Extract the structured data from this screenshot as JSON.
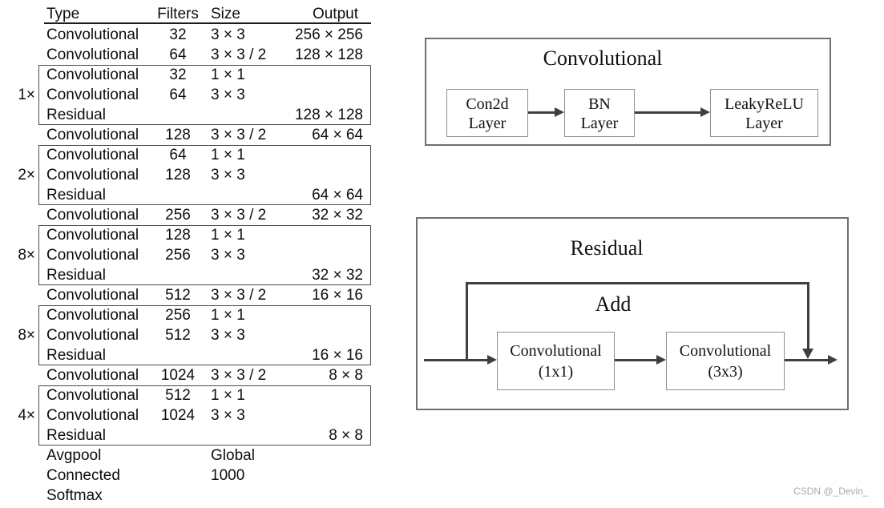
{
  "table": {
    "headers": [
      "Type",
      "Filters",
      "Size",
      "Output"
    ],
    "sections": [
      {
        "rows": [
          [
            "Convolutional",
            "32",
            "3 × 3",
            "256 × 256"
          ],
          [
            "Convolutional",
            "64",
            "3 × 3 / 2",
            "128 × 128"
          ]
        ]
      },
      {
        "label": "1×",
        "rows": [
          [
            "Convolutional",
            "32",
            "1 × 1",
            ""
          ],
          [
            "Convolutional",
            "64",
            "3 × 3",
            ""
          ],
          [
            "Residual",
            "",
            "",
            "128 × 128"
          ]
        ]
      },
      {
        "rows": [
          [
            "Convolutional",
            "128",
            "3 × 3 / 2",
            "64 × 64"
          ]
        ]
      },
      {
        "label": "2×",
        "rows": [
          [
            "Convolutional",
            "64",
            "1 × 1",
            ""
          ],
          [
            "Convolutional",
            "128",
            "3 × 3",
            ""
          ],
          [
            "Residual",
            "",
            "",
            "64 × 64"
          ]
        ]
      },
      {
        "rows": [
          [
            "Convolutional",
            "256",
            "3 × 3 / 2",
            "32 × 32"
          ]
        ]
      },
      {
        "label": "8×",
        "rows": [
          [
            "Convolutional",
            "128",
            "1 × 1",
            ""
          ],
          [
            "Convolutional",
            "256",
            "3 × 3",
            ""
          ],
          [
            "Residual",
            "",
            "",
            "32 × 32"
          ]
        ]
      },
      {
        "rows": [
          [
            "Convolutional",
            "512",
            "3 × 3 / 2",
            "16 × 16"
          ]
        ]
      },
      {
        "label": "8×",
        "rows": [
          [
            "Convolutional",
            "256",
            "1 × 1",
            ""
          ],
          [
            "Convolutional",
            "512",
            "3 × 3",
            ""
          ],
          [
            "Residual",
            "",
            "",
            "16 × 16"
          ]
        ]
      },
      {
        "rows": [
          [
            "Convolutional",
            "1024",
            "3 × 3 / 2",
            "8 × 8"
          ]
        ]
      },
      {
        "label": "4×",
        "rows": [
          [
            "Convolutional",
            "512",
            "1 × 1",
            ""
          ],
          [
            "Convolutional",
            "1024",
            "3 × 3",
            ""
          ],
          [
            "Residual",
            "",
            "",
            "8 × 8"
          ]
        ]
      },
      {
        "rows": [
          [
            "Avgpool",
            "",
            "Global",
            ""
          ],
          [
            "Connected",
            "",
            "1000",
            ""
          ],
          [
            "Softmax",
            "",
            "",
            ""
          ]
        ]
      }
    ]
  },
  "conv_diagram": {
    "title": "Convolutional",
    "nodes": [
      {
        "id": "con2d",
        "lines": [
          "Con2d",
          "Layer"
        ]
      },
      {
        "id": "bn",
        "lines": [
          "BN",
          "Layer"
        ]
      },
      {
        "id": "leakyrelu",
        "lines": [
          "LeakyReLU",
          "Layer"
        ]
      }
    ]
  },
  "res_diagram": {
    "title": "Residual",
    "add_label": "Add",
    "nodes": [
      {
        "id": "conv1x1",
        "lines": [
          "Convolutional",
          "(1x1)"
        ]
      },
      {
        "id": "conv3x3",
        "lines": [
          "Convolutional",
          "(3x3)"
        ]
      }
    ]
  },
  "colors": {
    "line": "#3f3f3f",
    "outer_border": "#6f6f6f",
    "node_border": "#8f8f8f",
    "watermark": "#a9a9a9"
  },
  "watermark": "CSDN @_Devin_"
}
